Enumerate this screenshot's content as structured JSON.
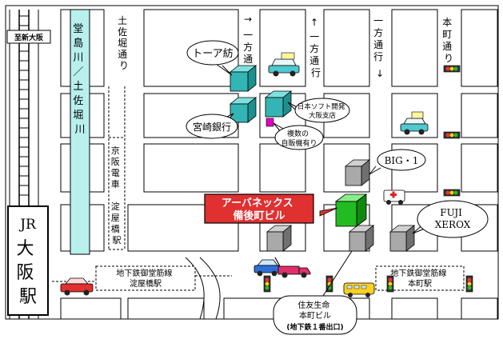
{
  "map": {
    "station_direction": "至新大阪",
    "station_jr": "JR",
    "station_name_chars": [
      "大",
      "阪",
      "駅"
    ],
    "river_label_chars": [
      "堂",
      "島",
      "川",
      "／",
      "土",
      "佐",
      "堀",
      "川"
    ],
    "road_tosabori_chars": [
      "土",
      "佐",
      "堀",
      "通",
      "り"
    ],
    "road_honmachi_chars": [
      "本",
      "町",
      "通",
      "り"
    ],
    "oneway": [
      {
        "label_chars": [
          "一",
          "方",
          "通",
          "行"
        ],
        "arrow": "→"
      },
      {
        "label_chars": [
          "一",
          "方",
          "通",
          "行"
        ],
        "arrow": "↑"
      },
      {
        "label_chars": [
          "一",
          "方",
          "通",
          "行"
        ],
        "arrow": "↓"
      }
    ],
    "keihan_chars": [
      "京",
      "阪",
      "電",
      "車",
      "",
      "淀",
      "屋",
      "橋",
      "駅"
    ],
    "toa": "トーア紡",
    "miyazaki": "宮崎銀行",
    "nihonsoft_lines": [
      "日本ソフト開発",
      "大阪支店"
    ],
    "vending_lines": [
      "複数の",
      "自販機有り"
    ],
    "big1": "BIG・1",
    "fuji_lines": [
      "FUJI",
      "XEROX"
    ],
    "target_lines": [
      "アーバネックス",
      "備後町ビル"
    ],
    "subway_yodoyabashi_lines": [
      "地下鉄御堂筋線",
      "淀屋橋駅"
    ],
    "subway_honmachi_lines": [
      "地下鉄御堂筋線",
      "本町駅"
    ],
    "sumitomo_lines": [
      "住友生命",
      "本町ビル"
    ],
    "exit_label": "(地下鉄１番出口)",
    "colors": {
      "target_green": "#22bb22",
      "cyan_building": "#33b5b5",
      "gray_building": "#a9a9a9",
      "river": "#b8f0ee",
      "target_callout": "#e03030",
      "exit_text": "#cc0000"
    }
  }
}
